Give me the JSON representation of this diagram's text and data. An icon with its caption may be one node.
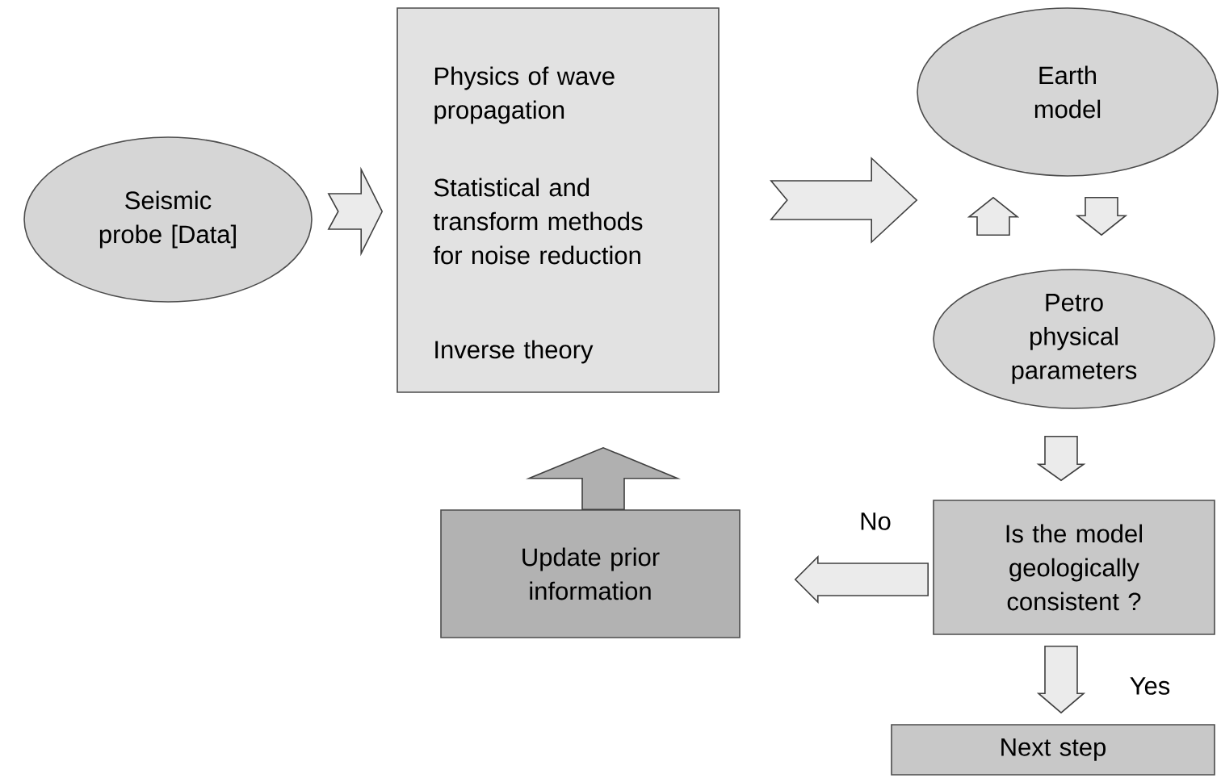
{
  "diagram": {
    "nodes": [
      {
        "text": [
          "Seismic probe [Data]"
        ]
      },
      {
        "text": [
          "Physics of wave propagation",
          "Statistical and transform methods for noise reduction",
          "Inverse theory"
        ]
      },
      {
        "text": [
          "Earth model"
        ]
      },
      {
        "text": [
          "Petro physical parameters"
        ]
      },
      {
        "text": [
          "Is the model geologically consistent ?"
        ]
      },
      {
        "text": [
          "Update prior information"
        ]
      },
      {
        "text": [
          "Next step"
        ]
      }
    ],
    "edges": [
      {
        "from": 0,
        "to": 1,
        "arrow": "to"
      },
      {
        "from": 1,
        "to": 2,
        "arrow": "to"
      },
      {
        "from": 3,
        "to": 2,
        "arrow": "to"
      },
      {
        "from": 2,
        "to": 3,
        "arrow": "to"
      },
      {
        "from": 3,
        "to": 4,
        "arrow": "to"
      },
      {
        "from": 4,
        "to": 5,
        "arrow": "to",
        "label": "No"
      },
      {
        "from": 4,
        "to": 6,
        "arrow": "to",
        "label": "Yes"
      },
      {
        "from": 5,
        "to": 1,
        "arrow": "to",
        "color": "#b0b0b0"
      }
    ]
  }
}
